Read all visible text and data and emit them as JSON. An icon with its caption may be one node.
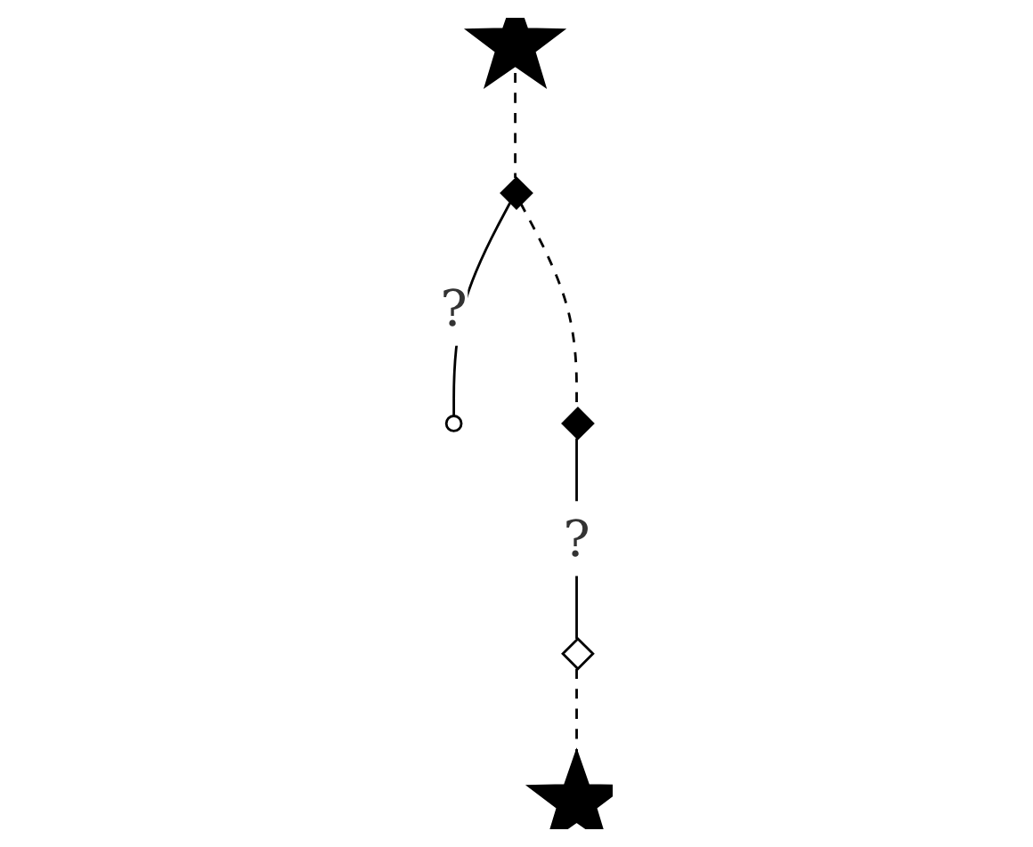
{
  "diagram": {
    "nodes": [
      {
        "text": [],
        "shape": "star"
      },
      {
        "text": [],
        "shape": "diamond"
      },
      {
        "text": [],
        "shape": "circle"
      },
      {
        "text": [],
        "shape": "diamond"
      },
      {
        "text": [],
        "shape": "diamond"
      },
      {
        "text": [],
        "shape": "star"
      }
    ],
    "edges": [
      {
        "from": 0,
        "to": 1,
        "arrow": "none",
        "style": "dashed"
      },
      {
        "from": 1,
        "to": 2,
        "arrow": "none",
        "label": "?"
      },
      {
        "from": 1,
        "to": 3,
        "arrow": "none",
        "style": "dashed"
      },
      {
        "from": 3,
        "to": 4,
        "arrow": "none",
        "label": "?"
      },
      {
        "from": 4,
        "to": 5,
        "arrow": "none",
        "style": "dashed"
      }
    ]
  }
}
